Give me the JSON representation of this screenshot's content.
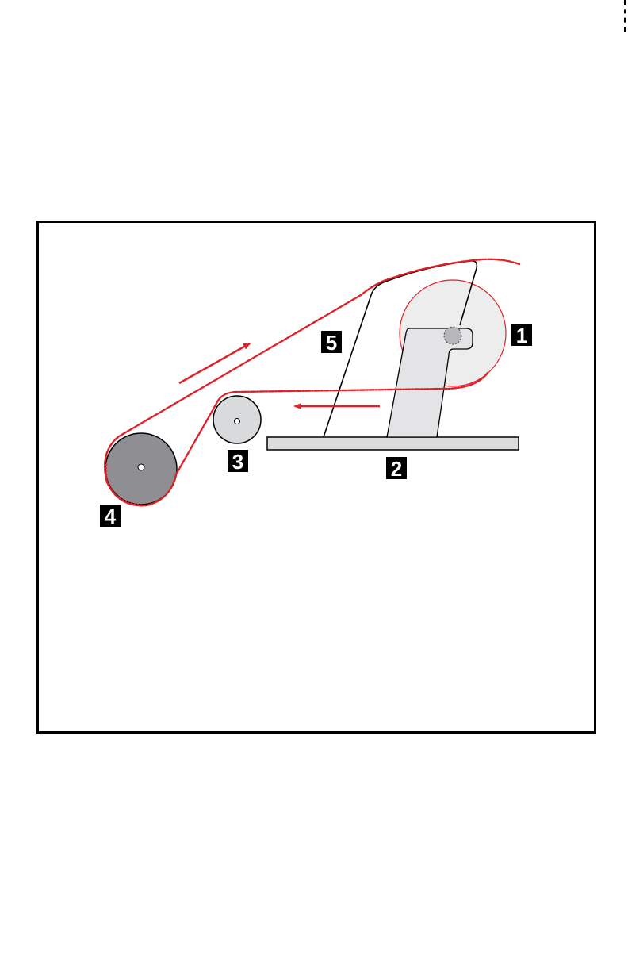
{
  "diagram": {
    "callouts": [
      {
        "id": "1",
        "label": "1"
      },
      {
        "id": "2",
        "label": "2"
      },
      {
        "id": "3",
        "label": "3"
      },
      {
        "id": "4",
        "label": "4"
      },
      {
        "id": "5",
        "label": "5"
      }
    ],
    "colors": {
      "path": "#e02028",
      "frame": "#000000",
      "large_roll": "#8e8e93",
      "small_roller": "#d9dadc",
      "supply_disc": "#ededee",
      "baseplate": "#dcdcdc",
      "arm": "#e4e4e6"
    },
    "arrows": [
      {
        "name": "feed-direction-up",
        "direction": "up-right"
      },
      {
        "name": "feed-direction-left",
        "direction": "left"
      }
    ]
  }
}
